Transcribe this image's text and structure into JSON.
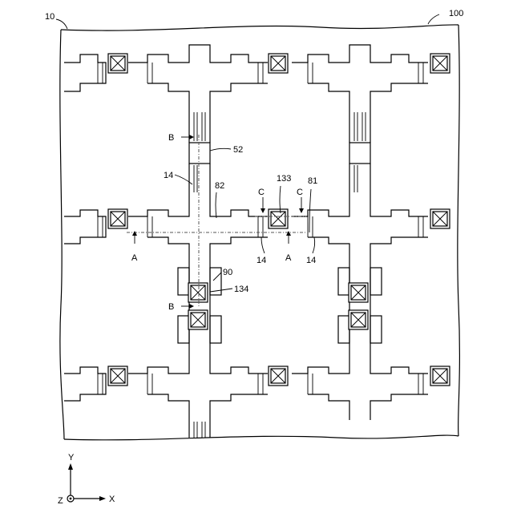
{
  "figure": {
    "ref_device": "100",
    "ref_substrate": "10",
    "labels": {
      "c52": "52",
      "c14_left": "14",
      "c82": "82",
      "c133": "133",
      "c81": "81",
      "cC_left": "C",
      "cC_right": "C",
      "cB_top": "B",
      "cB_bottom": "B",
      "cA_left": "A",
      "cA_right": "A",
      "c14_b1": "14",
      "c14_b2": "14",
      "c90": "90",
      "c134": "134"
    },
    "axes": {
      "x": "X",
      "y": "Y",
      "z": "Z"
    }
  }
}
